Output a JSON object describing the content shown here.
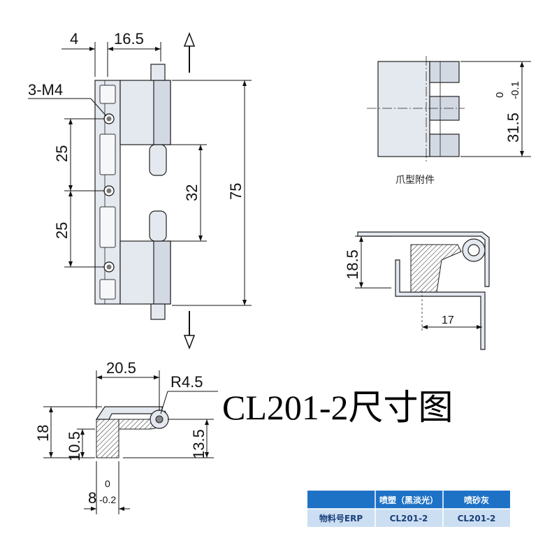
{
  "title": "CL201-2尺寸图",
  "front_view": {
    "dim_top_left": "4",
    "dim_top_right": "16.5",
    "dim_thread": "3-M4",
    "dim_upper_pitch": "25",
    "dim_lower_pitch": "25",
    "dim_pin_gap": "32",
    "dim_total_height": "75"
  },
  "claw_view": {
    "dim_height_main": "31.5",
    "dim_height_tol_upper": "0",
    "dim_height_tol_lower": "-0.1",
    "caption": "爪型附件"
  },
  "side_view": {
    "dim_height": "18.5",
    "dim_offset": "17"
  },
  "section_view": {
    "dim_width": "20.5",
    "dim_radius": "R4.5",
    "dim_total": "18",
    "dim_inner": "10.5",
    "dim_right": "13.5",
    "dim_thickness_main": "8",
    "dim_thickness_tol_upper": "0",
    "dim_thickness_tol_lower": "-0.2"
  },
  "table": {
    "header_col1": "喷塑（黑淡光）",
    "header_col2": "喷砂灰",
    "row_label": "物料号ERP",
    "row_val1": "CL201-2",
    "row_val2": "CL201-2",
    "header_color": "#1e72c6",
    "row_color": "#ccdff2"
  }
}
